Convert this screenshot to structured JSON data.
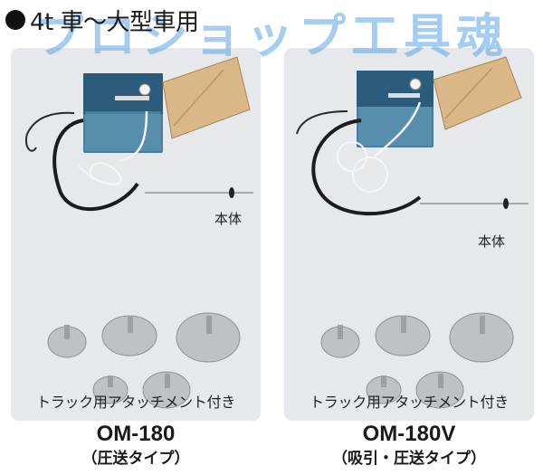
{
  "header": {
    "title": "4t 車〜大型車用",
    "watermark": "プロショップ工具魂"
  },
  "products": [
    {
      "model": "OM-180",
      "type_label": "（圧送タイプ）",
      "body_label": "本体",
      "attachment_label": "トラック用アタッチメント付き"
    },
    {
      "model": "OM-180V",
      "type_label": "（吸引・圧送タイプ）",
      "body_label": "本体",
      "attachment_label": "トラック用アタッチメント付き"
    }
  ],
  "colors": {
    "panel_bg": "#e7e8eb",
    "tank_blue": "#2f6a8c",
    "lid_tan": "#d9b787",
    "watermark_blue": "#5aa6e6",
    "attachment_silver": "#b8bbbe"
  }
}
